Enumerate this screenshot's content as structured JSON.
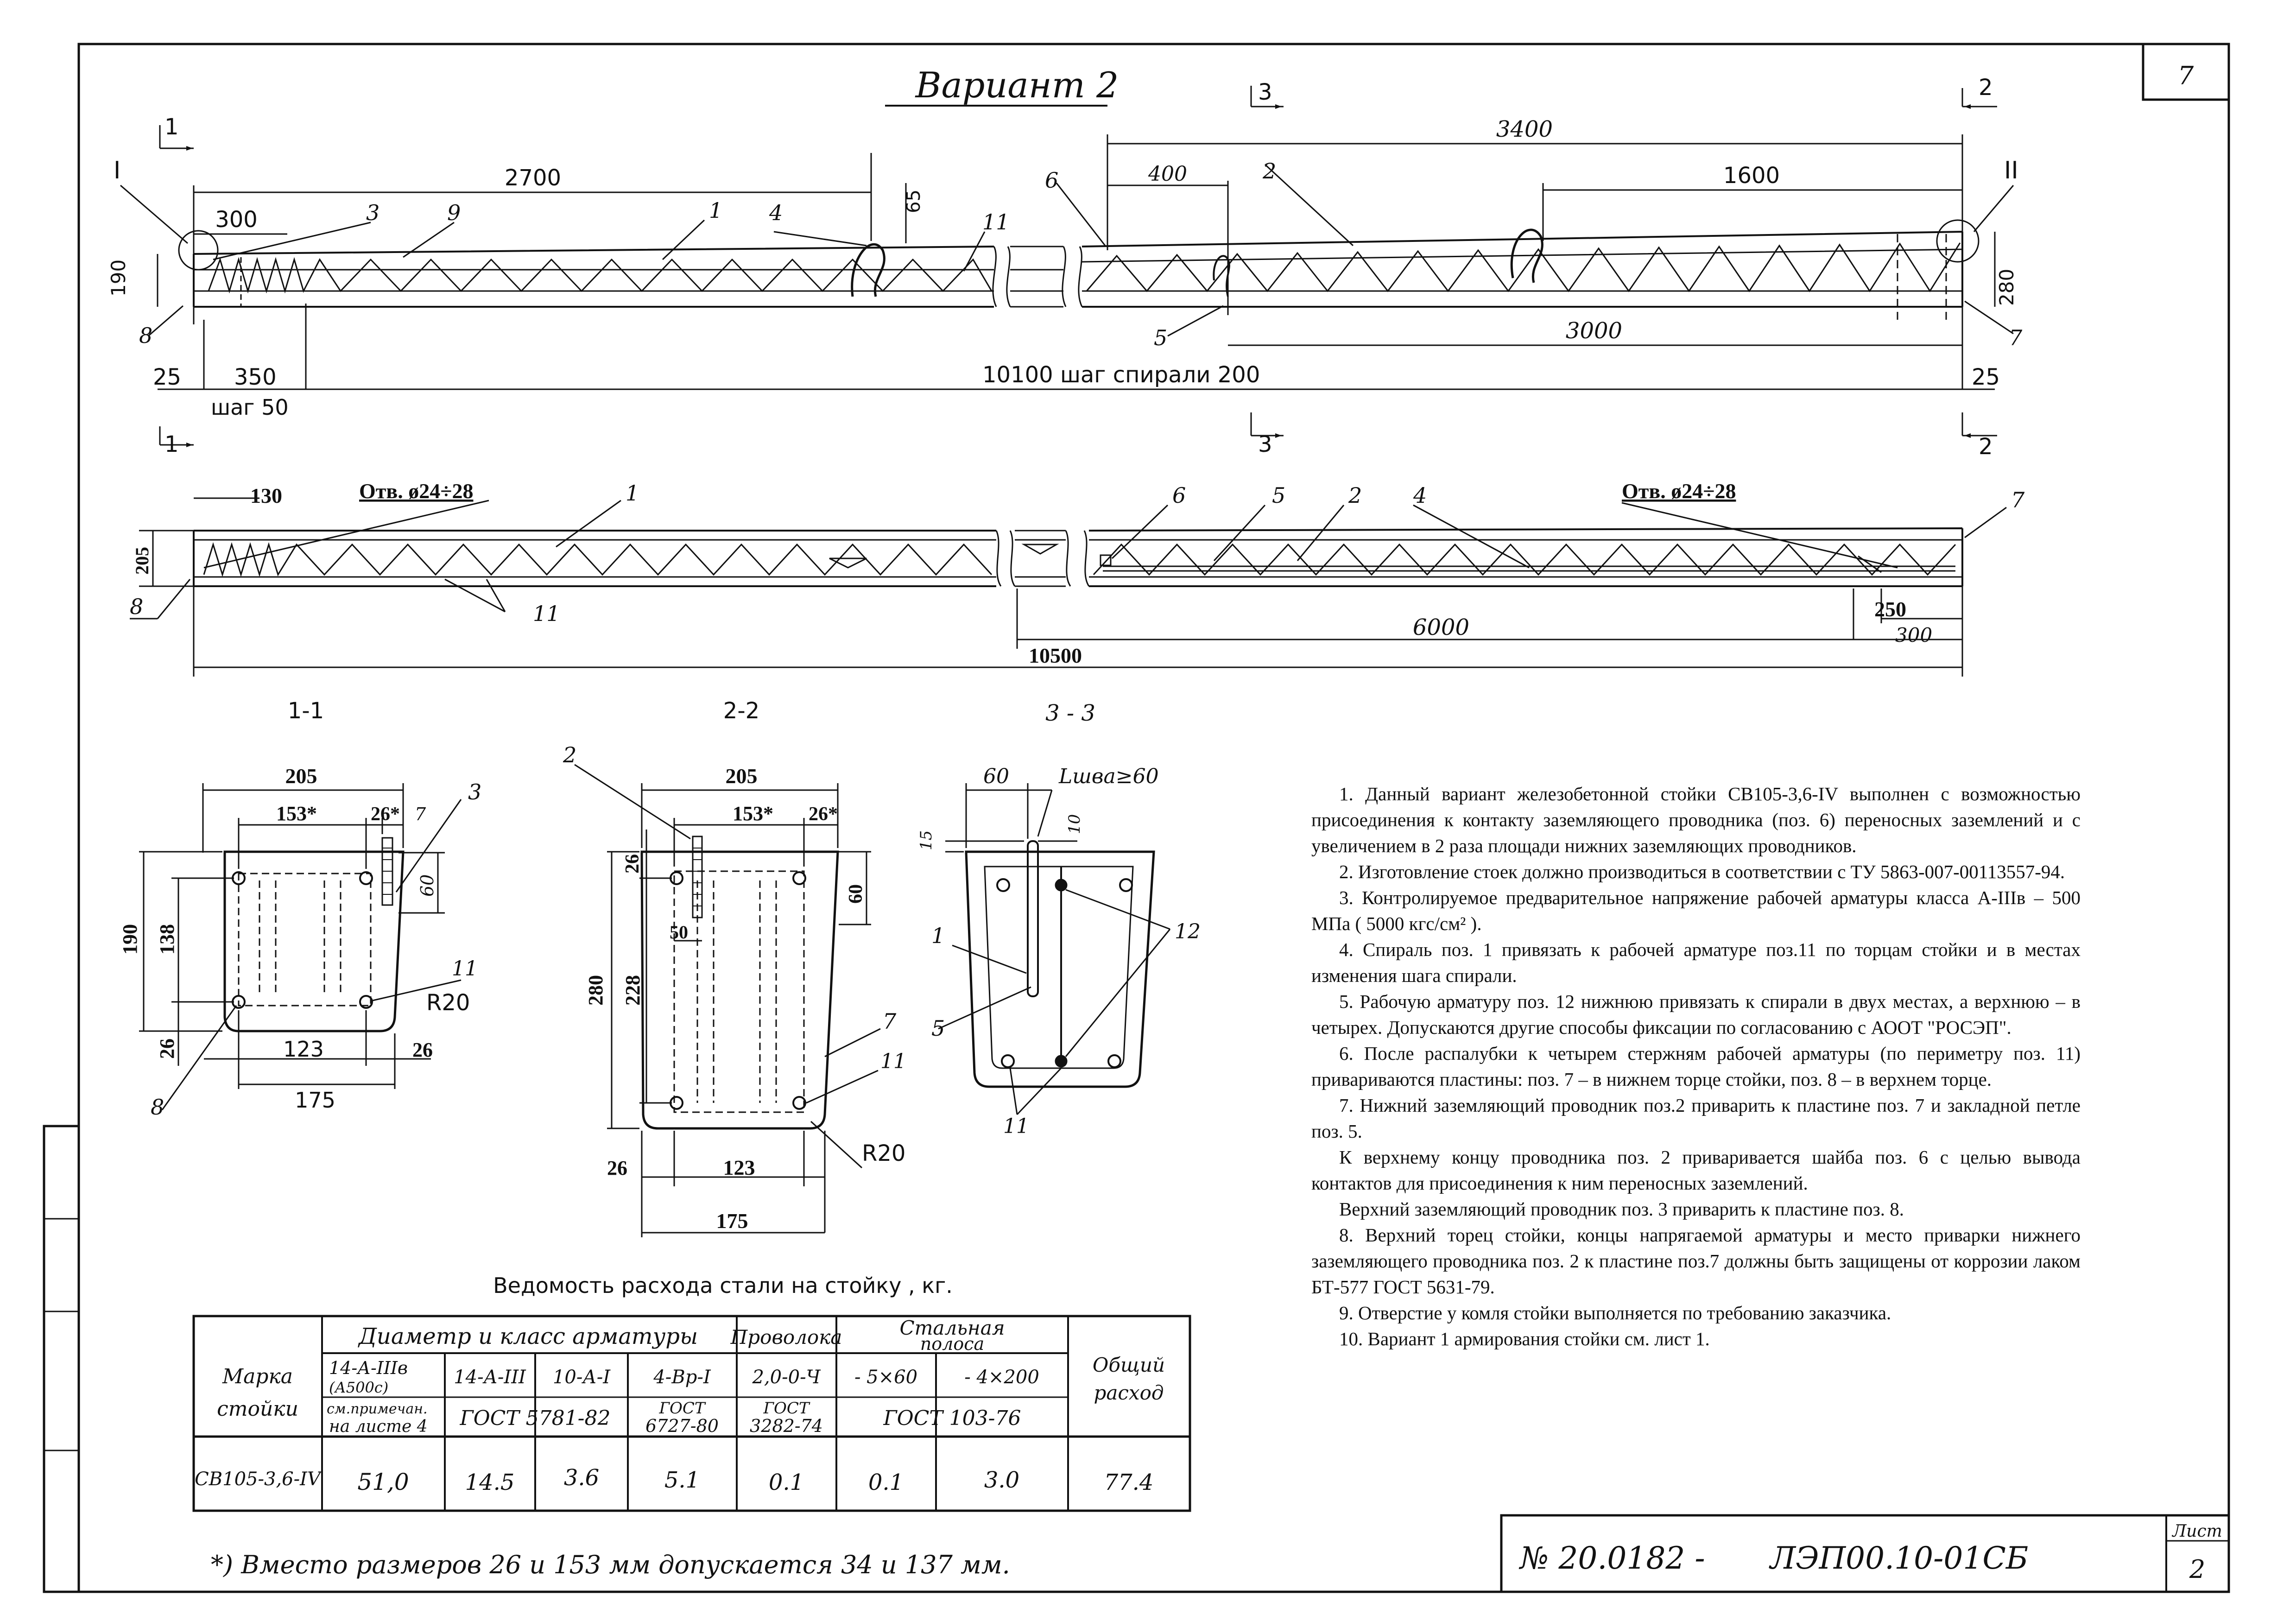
{
  "sheet": {
    "number_top": "7",
    "sheet_label": "Лист",
    "sheet_number": "2",
    "doc_number": "№ 20.0182 -",
    "doc_code": "ЛЭП00.10-01СБ"
  },
  "title": "Вариант 2",
  "elevation": {
    "section_marks": [
      "1",
      "1",
      "2",
      "2",
      "3",
      "3"
    ],
    "node_marks": [
      "I",
      "II"
    ],
    "dims": {
      "d2700": "2700",
      "d3400": "3400",
      "d400": "400",
      "d1600": "1600",
      "d3000": "3000",
      "d300": "300",
      "d65": "65",
      "d190": "190",
      "d280": "280",
      "d25a": "25",
      "d25b": "25",
      "d350": "350",
      "step50": "шаг 50",
      "overall": "10100 шаг спирали 200"
    },
    "positions": {
      "p1": "1",
      "p2": "2",
      "p3": "3",
      "p4": "4",
      "p5": "5",
      "p6": "6",
      "p7": "7",
      "p8": "8",
      "p9": "9",
      "p11": "11"
    }
  },
  "plan": {
    "dims": {
      "d130": "130",
      "d205": "205",
      "d250": "250",
      "d300": "300",
      "d6000": "6000",
      "d10500": "10500"
    },
    "hole_a": "Отв. ø24÷28",
    "hole_b": "Отв. ø24÷28",
    "positions": {
      "p1": "1",
      "p2": "2",
      "p4": "4",
      "p5": "5",
      "p6": "6",
      "p7": "7",
      "p8": "8",
      "p11": "11"
    }
  },
  "sec11": {
    "title": "1-1",
    "d205": "205",
    "d153": "153*",
    "d26": "26*",
    "d7": "7",
    "d60": "60",
    "d190": "190",
    "d138": "138",
    "d26l": "26",
    "d123": "123",
    "d26r": "26",
    "d175": "175",
    "r20": "R20",
    "p3": "3",
    "p8": "8",
    "p11": "11"
  },
  "sec22": {
    "title": "2-2",
    "d205": "205",
    "d153": "153*",
    "d26s": "26*",
    "d26v": "26",
    "d60": "60",
    "d50": "50",
    "d280": "280",
    "d228": "228",
    "d26b": "26",
    "d123": "123",
    "d175": "175",
    "r20": "R20",
    "p2": "2",
    "p7": "7",
    "p11": "11"
  },
  "sec33": {
    "title": "3 - 3",
    "d60": "60",
    "lweld": "Lшва≥60",
    "d15": "15",
    "d10": "10",
    "p1": "1",
    "p5": "5",
    "p11": "11",
    "p12": "12"
  },
  "table": {
    "title": "Ведомость расхода стали на стойку , кг.",
    "mark_header": [
      "Марка",
      "стойки"
    ],
    "group_header": "Диаметр и класс арматуры",
    "wire_header": "Проволока",
    "strip_header": [
      "Стальная",
      "полоса"
    ],
    "total_header": [
      "Общий",
      "расход"
    ],
    "columns": [
      {
        "top": [
          "14-А-IIIв",
          "(А500с)"
        ],
        "bottom": [
          "см.примечан.",
          "на листе 4"
        ]
      },
      {
        "top": [
          "14-А-III"
        ],
        "bottom": [
          "ГОСТ 5781-82"
        ]
      },
      {
        "top": [
          "10-А-I"
        ],
        "bottom": []
      },
      {
        "top": [
          "4-Вр-I"
        ],
        "bottom": [
          "ГОСТ",
          "6727-80"
        ]
      },
      {
        "top": [
          "2,0-0-Ч"
        ],
        "bottom": [
          "ГОСТ",
          "3282-74"
        ]
      },
      {
        "top": [
          "- 5×60"
        ],
        "bottom": [
          "ГОСТ 103-76"
        ]
      },
      {
        "top": [
          "- 4×200"
        ],
        "bottom": []
      }
    ],
    "row": {
      "mark": "СВ105-3,6-IV",
      "values": [
        "51,0",
        "14.5",
        "3.6",
        "5.1",
        "0.1",
        "0.1",
        "3.0",
        "77.4"
      ]
    }
  },
  "footnote": "*) Вместо размеров 26 и 153 мм допускается 34 и 137 мм.",
  "notes": [
    "1. Данный вариант железобетонной стойки СВ105-3,6-IV выполнен с возможностью присоединения к контакту заземляющего проводника (поз. 6) переносных заземлений и с увеличением в 2 раза площади нижних заземляющих проводников.",
    "2. Изготовление стоек должно производиться в соответствии с ТУ 5863-007-00113557-94.",
    "3. Контролируемое предварительное напряжение рабочей арматуры класса А-IIIв – 500 МПа    ( 5000 кгс/см² ).",
    "4. Спираль поз. 1 привязать к рабочей арматуре поз.11 по торцам стойки и в местах изменения шага спирали.",
    "5. Рабочую арматуру поз. 12 нижнюю привязать к спирали в двух местах, а верхнюю – в четырех. Допускаются другие способы фиксации по согласованию с АООТ \"РОСЭП\".",
    "6.   После распалубки к четырем стержням рабочей арматуры (по периметру поз. 11) привариваются пластины: поз. 7 – в нижнем торце стойки, поз. 8 – в верхнем торце.",
    "7. Нижний заземляющий проводник поз.2 приварить к пластине поз. 7 и закладной петле поз. 5.",
    "К верхнему концу проводника поз. 2 приваривается шайба поз. 6 с целью вывода контактов для присоединения к ним переносных заземлений.",
    "Верхний заземляющий проводник поз. 3 приварить к пластине поз. 8.",
    "8. Верхний торец стойки, концы напрягаемой арматуры и место приварки нижнего заземляющего проводника поз. 2 к пластине поз.7 должны быть защищены от коррозии лаком БТ-577 ГОСТ 5631-79.",
    "9. Отверстие у комля стойки выполняется по требованию заказчика.",
    "10. Вариант 1 армирования стойки см. лист 1."
  ]
}
